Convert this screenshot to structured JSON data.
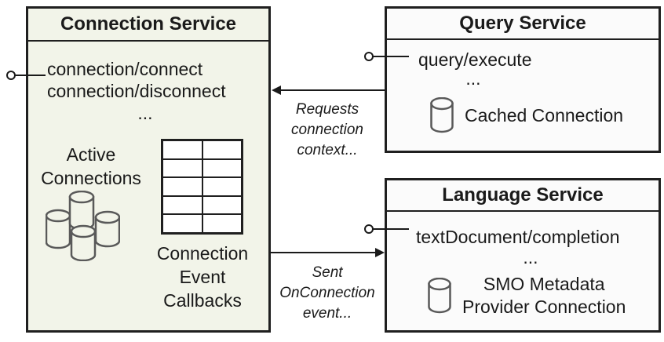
{
  "colors": {
    "connection_fill": "#f2f4e9",
    "service_fill": "#fbfbfb",
    "line": "#1a1a1a",
    "icon_stroke": "#595959"
  },
  "connection_service": {
    "title": "Connection Service",
    "methods": [
      "connection/connect",
      "connection/disconnect"
    ],
    "ellipsis": "...",
    "active_connections": [
      "Active",
      "Connections"
    ],
    "callbacks": [
      "Connection",
      "Event",
      "Callbacks"
    ]
  },
  "query_service": {
    "title": "Query Service",
    "method": "query/execute",
    "ellipsis": "...",
    "cached_connection": "Cached Connection"
  },
  "language_service": {
    "title": "Language Service",
    "method": "textDocument/completion",
    "ellipsis": "...",
    "smo": [
      "SMO Metadata",
      "Provider Connection"
    ]
  },
  "arrows": {
    "requests": [
      "Requests",
      "connection",
      "context..."
    ],
    "sent": [
      "Sent",
      "OnConnection",
      "event..."
    ]
  }
}
